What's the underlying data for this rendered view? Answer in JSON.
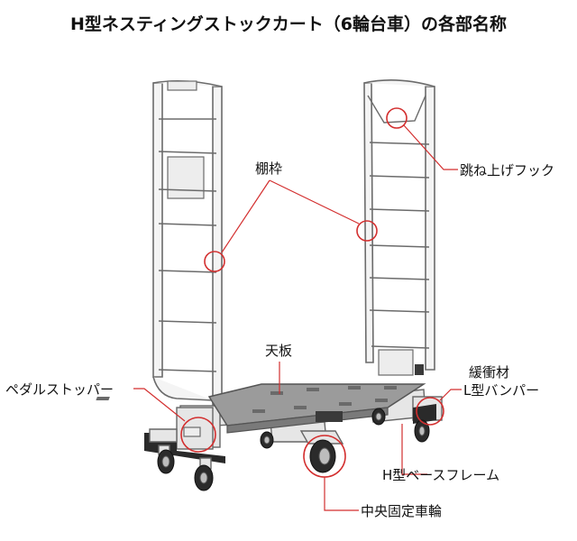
{
  "title": "H型ネスティングストックカート（6輪台車）の各部名称",
  "labels": {
    "rack_frame": "棚枠",
    "hook": "跳ね上げフック",
    "top_plate": "天板",
    "pedal_stopper": "ペダルストッパー",
    "bumper_line1": "緩衝材",
    "bumper_line2": "L型バンパー",
    "h_base_frame": "H型ベースフレーム",
    "center_wheel": "中央固定車輪"
  },
  "colors": {
    "leader": "#d32f2f",
    "deck": "#9b9b9b",
    "frame": "#6b6b6b"
  }
}
